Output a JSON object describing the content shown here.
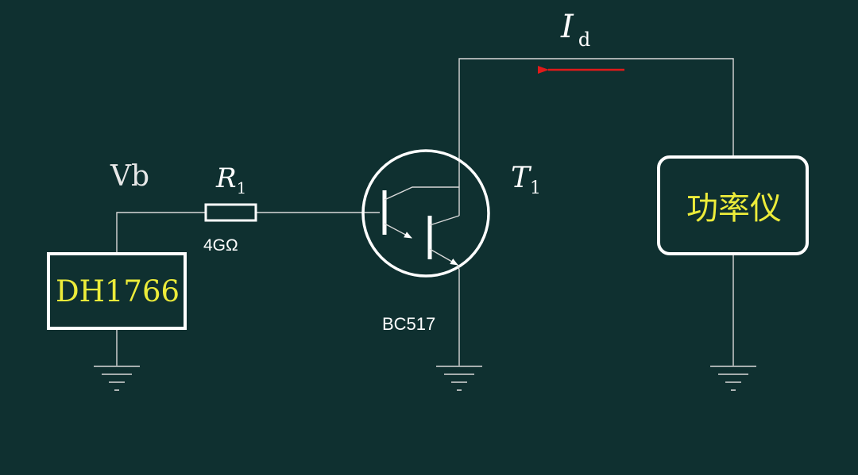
{
  "labels": {
    "vb": "Vb",
    "r1_letter": "R",
    "r1_sub": "1",
    "r1_value": "4GΩ",
    "t1_letter": "T",
    "t1_sub": "1",
    "transistor_model": "BC517",
    "id_letter": "I",
    "id_sub": "d",
    "source_box": "DH1766",
    "meter_box": "功率仪"
  },
  "colors": {
    "background": "#0f3030",
    "wire": "#d8d8d8",
    "component": "#ffffff",
    "box_text": "#ecec3a",
    "arrow": "#e01a1a"
  },
  "icons": {
    "ground": "ground-symbol",
    "transistor": "darlington-npn-symbol",
    "resistor": "resistor-symbol",
    "current_arrow": "left-arrow"
  }
}
